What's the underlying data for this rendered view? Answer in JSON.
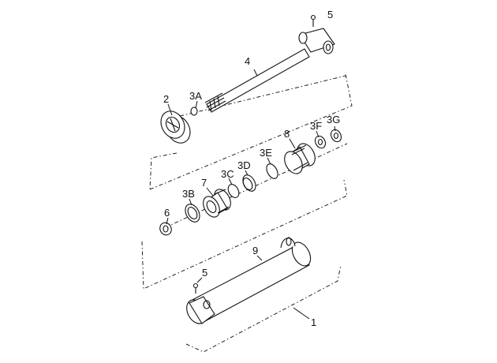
{
  "labels": {
    "p1": "1",
    "p2": "2",
    "p3a": "3A",
    "p3b": "3B",
    "p3c": "3C",
    "p3d": "3D",
    "p3e": "3E",
    "p3f": "3F",
    "p3g": "3G",
    "p4": "4",
    "p5_top": "5",
    "p5_bottom": "5",
    "p6": "6",
    "p7": "7",
    "p8": "8",
    "p9": "9"
  }
}
